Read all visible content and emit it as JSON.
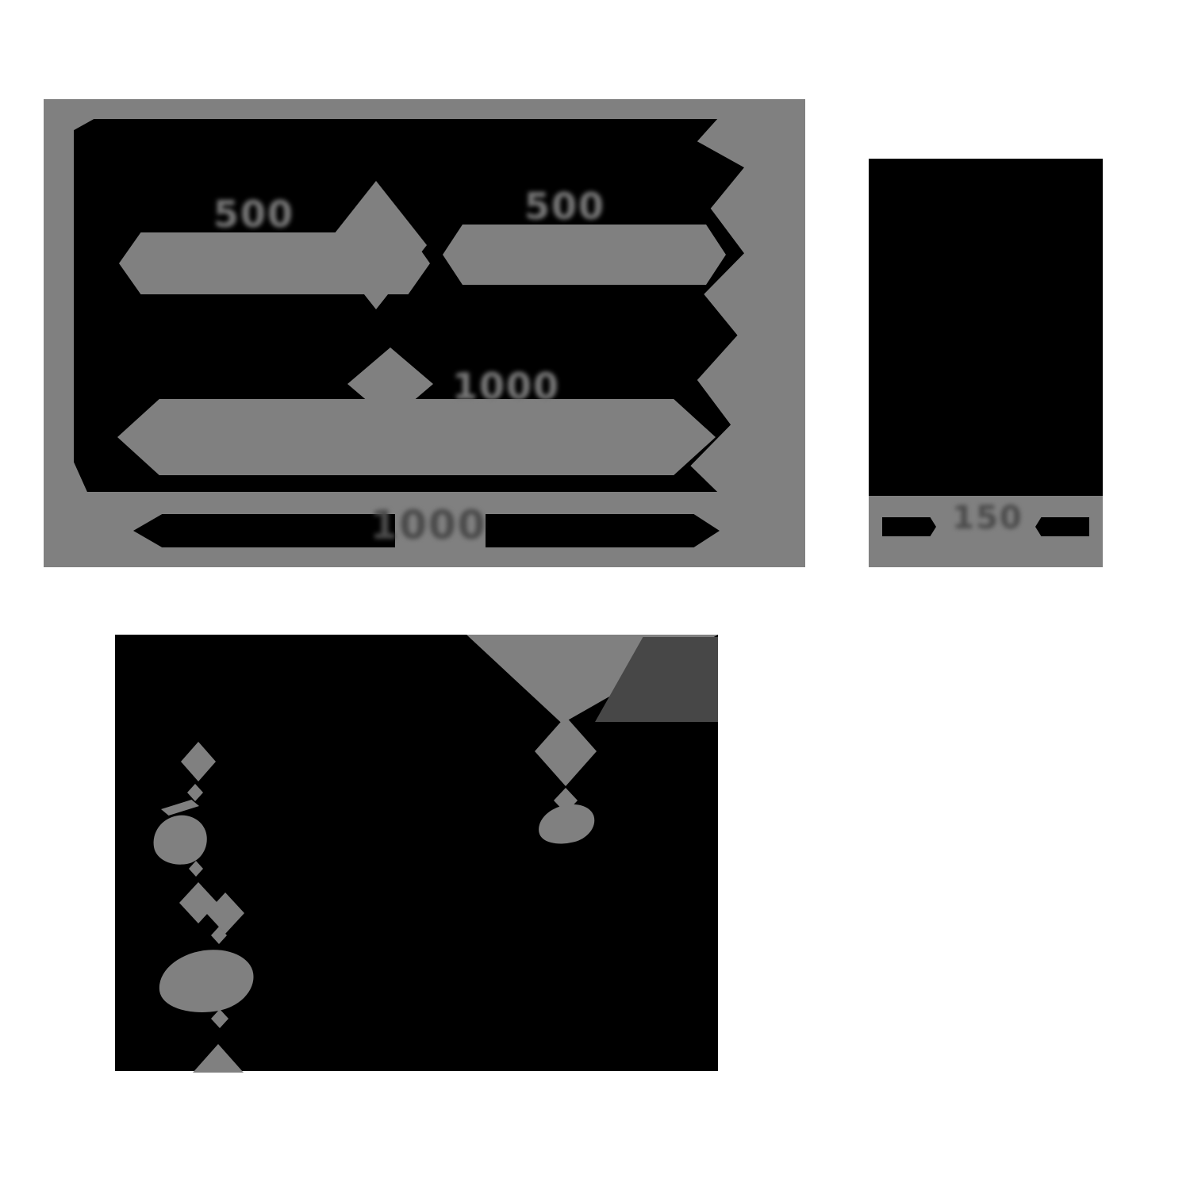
{
  "front_view": {
    "dim_left": "500",
    "dim_right": "500",
    "dim_inner_width": "1000",
    "dim_overall_width": "1000"
  },
  "side_view": {
    "dim_depth": "150"
  },
  "colors": {
    "panel_gray": "#808080",
    "drawing_black": "#000000",
    "shadow_dark_gray": "#474747",
    "background": "#ffffff",
    "label_gray": "#787878"
  }
}
